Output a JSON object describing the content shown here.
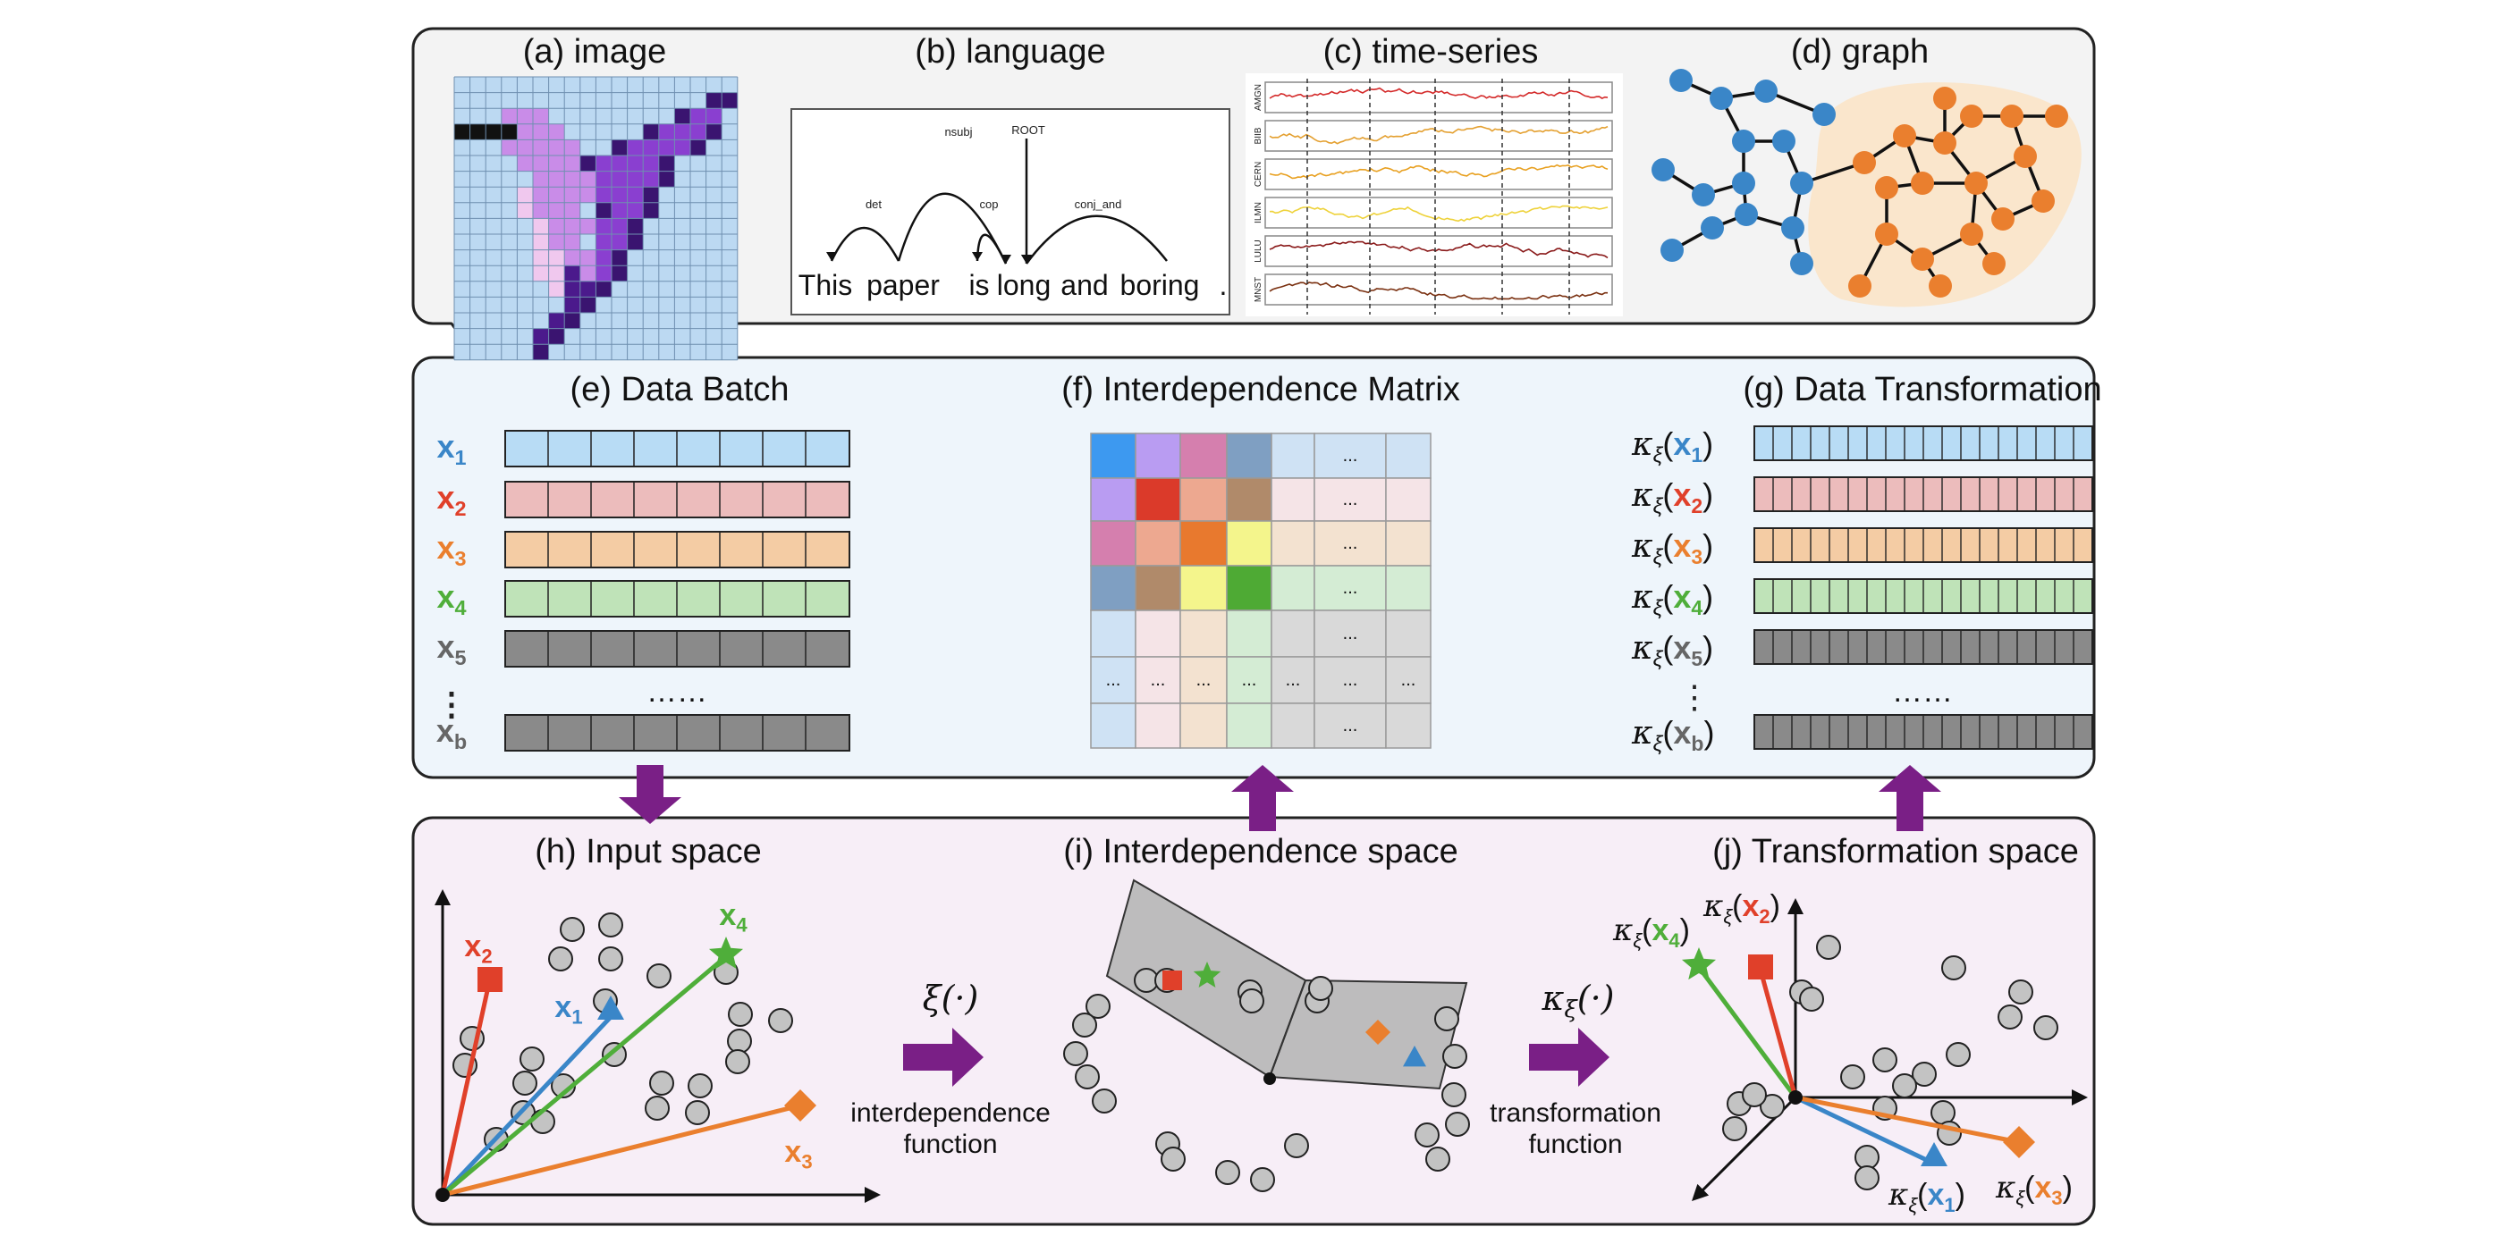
{
  "colors": {
    "blue": "#3a86c8",
    "red": "#e0402a",
    "orange": "#ea7f2e",
    "green": "#4fae3a",
    "gray": "#666666",
    "purple": "#7a1f86",
    "panel_top_bg": "#f3f3f3",
    "panel_mid_bg": "#eef5fb",
    "panel_bot_bg": "#f7eef7",
    "row_blue": "#b8dcf5",
    "row_red": "#ecbcbc",
    "row_orange": "#f4cca4",
    "row_green": "#bfe3b8",
    "row_gray": "#8a8a8a"
  },
  "top": {
    "image_title": "(a) image",
    "language_title": "(b) language",
    "timeseries_title": "(c) time-series",
    "graph_title": "(d) graph",
    "sentence": [
      "This",
      "paper",
      "is",
      "long",
      "and",
      "boring",
      "."
    ],
    "deps": [
      "det",
      "nsubj",
      "cop",
      "ROOT",
      "conj_and"
    ],
    "tickers": [
      "AMGN",
      "BIIB",
      "CERN",
      "ILMN",
      "LULU",
      "MNST"
    ]
  },
  "mid": {
    "batch_title": "(e) Data Batch",
    "matrix_title": "(f) Interdependence Matrix",
    "transform_title": "(g) Data Transformation",
    "batch_labels": [
      {
        "base": "x",
        "sub": "1",
        "color": "#3a86c8"
      },
      {
        "base": "x",
        "sub": "2",
        "color": "#e0402a"
      },
      {
        "base": "x",
        "sub": "3",
        "color": "#ea7f2e"
      },
      {
        "base": "x",
        "sub": "4",
        "color": "#4fae3a"
      },
      {
        "base": "x",
        "sub": "5",
        "color": "#666666"
      },
      {
        "base": "⋮",
        "sub": "",
        "color": "#222222"
      },
      {
        "base": "x",
        "sub": "b",
        "color": "#666666"
      }
    ],
    "row_ellipsis": "……",
    "matrix_ellipsis": "...",
    "kappa": "κ",
    "xi": "ξ",
    "transform_vdots": "⋮"
  },
  "bottom": {
    "input_title": "(h) Input space",
    "inter_title": "(i) Interdependence space",
    "trans_title": "(j) Transformation space",
    "xi_func": "ξ(·)",
    "kappa_func": "κξ(·)",
    "inter_func_line1": "interdependence",
    "inter_func_line2": "function",
    "trans_func_line1": "transformation",
    "trans_func_line2": "function",
    "vec_labels": [
      {
        "base": "x",
        "sub": "2",
        "color": "#e0402a"
      },
      {
        "base": "x",
        "sub": "1",
        "color": "#3a86c8"
      },
      {
        "base": "x",
        "sub": "4",
        "color": "#4fae3a"
      },
      {
        "base": "x",
        "sub": "3",
        "color": "#ea7f2e"
      }
    ]
  }
}
